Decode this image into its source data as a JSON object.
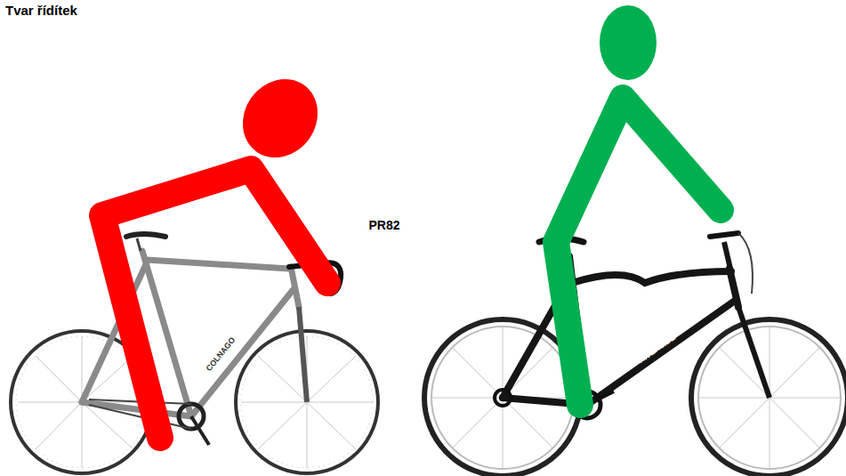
{
  "diagram": {
    "title": "Tvar řídítek",
    "labels": [
      "PR82",
      "COLNAGO",
      "RIVERSIDE"
    ]
  }
}
